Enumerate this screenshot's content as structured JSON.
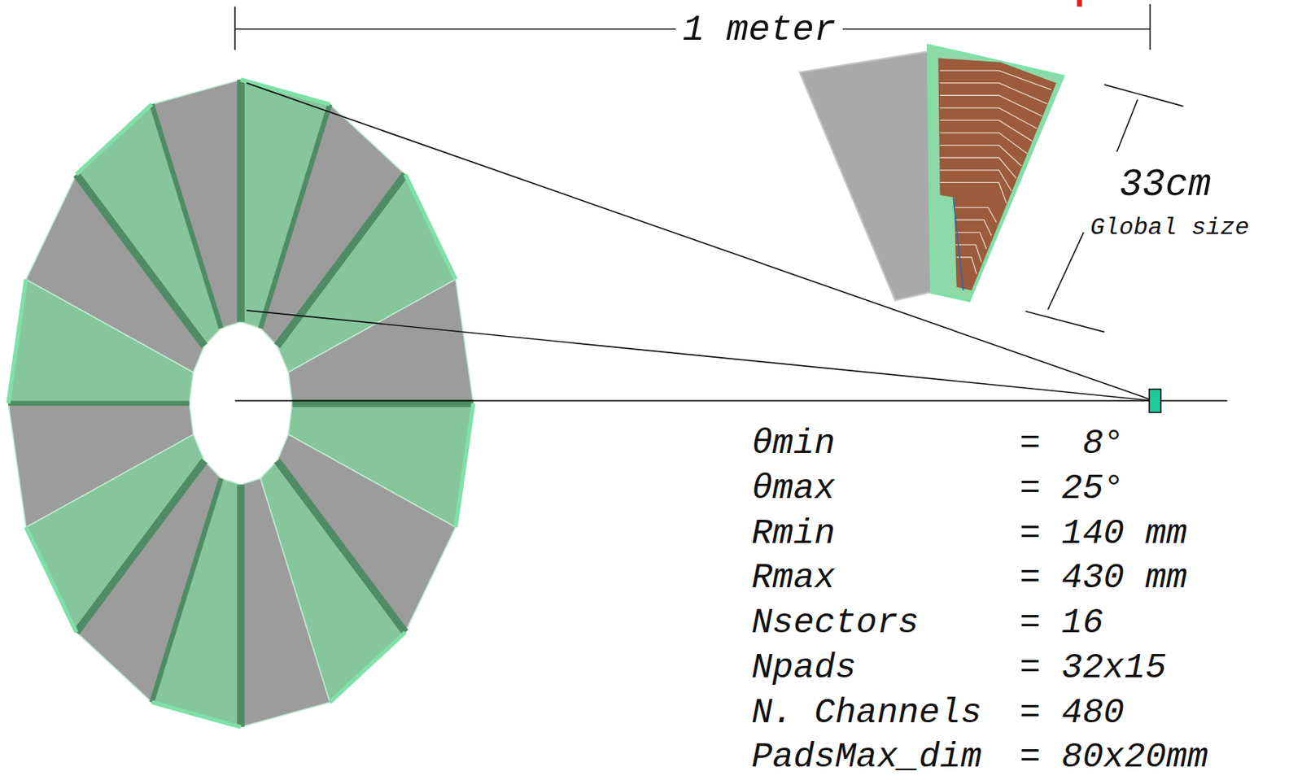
{
  "diagram": {
    "labels": [
      "1 meter",
      "33cm",
      "Global size",
      "θmin",
      "=  8°",
      "θmax",
      "= 25°",
      "Rmin",
      "= 140 mm",
      "Rmax",
      "= 430 mm",
      "Nsectors",
      "= 16",
      "Npads",
      "= 32x15",
      "N. Channels",
      "= 480",
      "PadsMax_dim",
      "= 80x20mm"
    ]
  }
}
